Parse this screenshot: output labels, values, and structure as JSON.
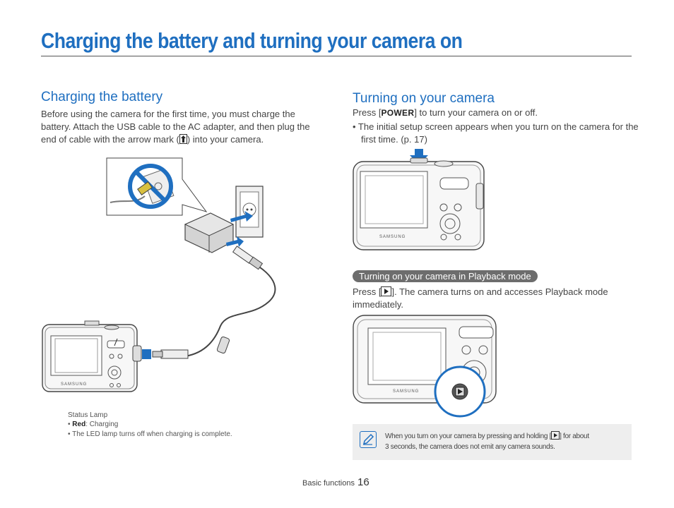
{
  "page": {
    "title": "Charging the battery and turning your camera on"
  },
  "left": {
    "heading": "Charging the battery",
    "paragraph_part1": "Before using the camera for the first time, you must charge the battery. Attach the USB cable to the AC adapter, and then plug the end of cable with the arrow mark (",
    "paragraph_part2": ") into your camera.",
    "status_title": "Status Lamp",
    "status_red_label": "Red",
    "status_red_text": ": Charging",
    "status_led_text": "• The LED lamp turns off when charging is complete."
  },
  "right": {
    "heading": "Turning on your camera",
    "press_prefix": "Press [",
    "power_label": "POWER",
    "press_suffix": "] to turn your camera on or off.",
    "bullet": "• The initial setup screen appears when you turn on the camera for the first time. (p. 17)",
    "playback_pill": "Turning on your camera in Playback mode",
    "playback_prefix": "Press [",
    "playback_suffix": "]. The camera turns on and accesses Playback mode immediately.",
    "note_line1_prefix": "When you turn on your camera by pressing and holding [",
    "note_line1_suffix": "] for about",
    "note_line2": "3 seconds, the camera does not emit any camera sounds."
  },
  "camera_brand": "SAMSUNG",
  "footer": {
    "section": "Basic functions",
    "page_number": "16"
  },
  "colors": {
    "accent_blue": "#1f6fc0",
    "pointer_blue": "#1f6fc0",
    "pill_gray": "#6d6d6d",
    "note_bg": "#eeeeee"
  },
  "icons": [
    "arrow-up-icon",
    "play-icon",
    "note-pencil-icon",
    "no-plug-icon",
    "down-arrow-icon"
  ]
}
